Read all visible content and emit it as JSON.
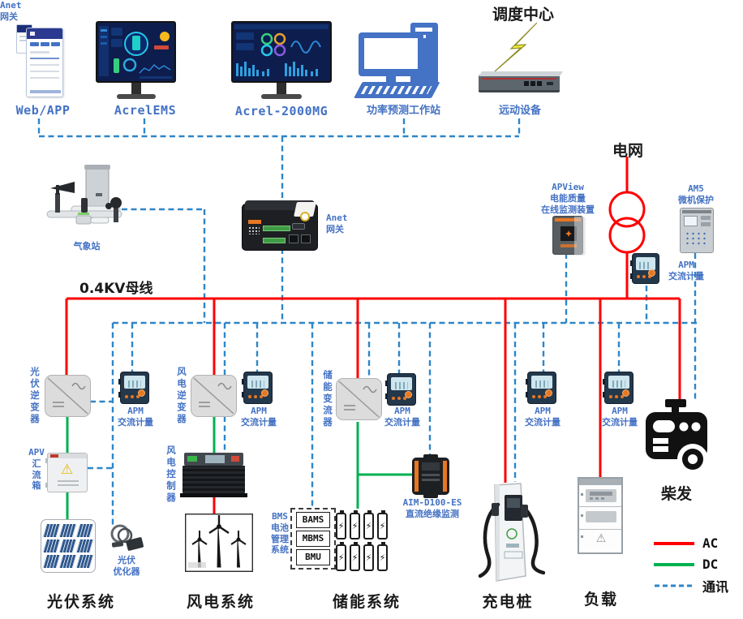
{
  "colors": {
    "ac": "#ff0000",
    "dc": "#00b050",
    "comm": "#2e86c8",
    "label": "#4472c4"
  },
  "icons": {
    "bolt": "⚡",
    "warning": "⚠",
    "lightning_link": "zigzag-bolt"
  },
  "top": {
    "web_app": "Web/APP",
    "acrel_ems": "AcrelEMS",
    "acrel_2000mg": "Acrel-2000MG",
    "power_forecast": "功率预测工作站",
    "dispatch_center": "调度中心",
    "remote_terminal": "远动设备"
  },
  "grid": {
    "name": "电网",
    "apview": "APView\n电能质量\n在线监测装置",
    "am5": "AM5\n微机保护"
  },
  "apm": "APM\n交流计量",
  "middle": {
    "weather": "气象站",
    "gateway": "Anet\n网关",
    "busbar": "0.4KV母线"
  },
  "pv": {
    "inverter": "光伏逆变器",
    "combiner": "APV\n汇\n流\n箱",
    "optimizer": "光伏\n优化器",
    "system": "光伏系统"
  },
  "wind": {
    "inverter": "风电逆变器",
    "controller": "风电控制器",
    "system": "风电系统"
  },
  "ess": {
    "converter": "储能变流器",
    "bms": "BMS\n电池\n管理\n系统",
    "units": [
      "BAMS",
      "MBMS",
      "BMU"
    ],
    "aim": "AIM-D100-ES\n直流绝缘监测",
    "system": "储能系统"
  },
  "charging": {
    "system": "充电桩"
  },
  "load_sec": {
    "system": "负载"
  },
  "diesel_sec": {
    "system": "柴发"
  },
  "legend": [
    {
      "label": "AC",
      "color": "#ff0000",
      "dash": "none"
    },
    {
      "label": "DC",
      "color": "#00b050",
      "dash": "none"
    },
    {
      "label": "通讯",
      "color": "#2e86c8",
      "dash": "6 4"
    }
  ]
}
